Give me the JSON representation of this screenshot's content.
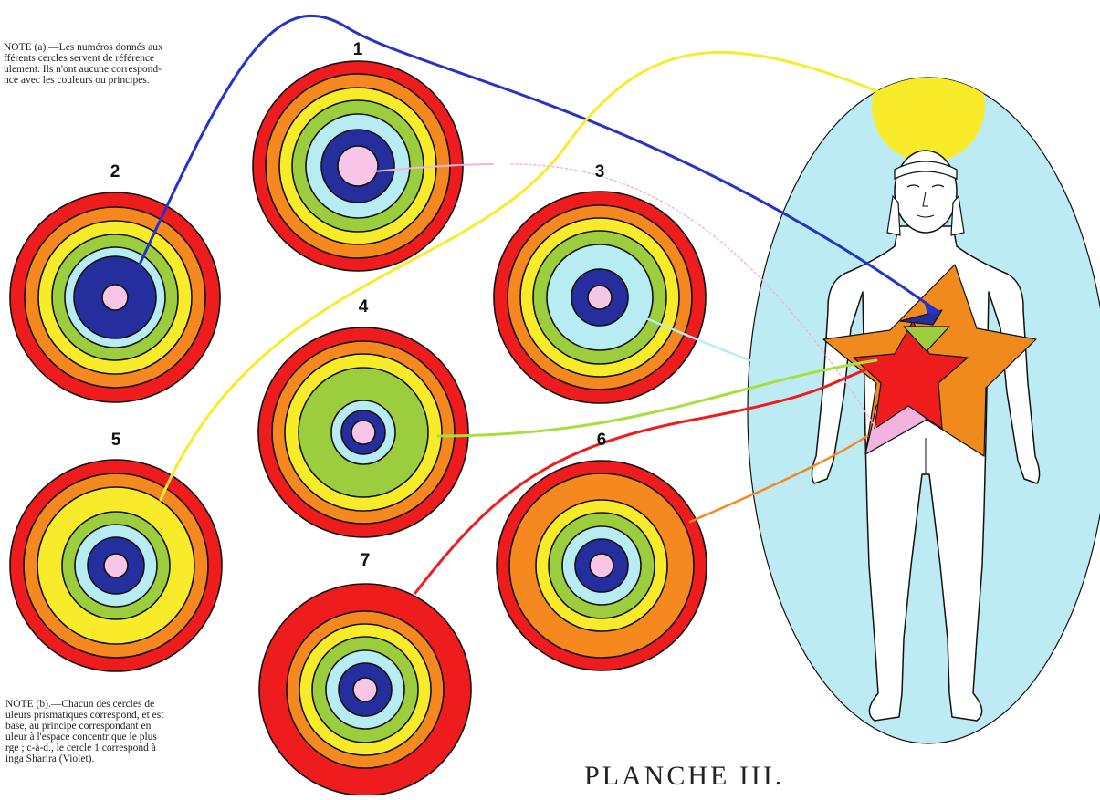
{
  "notes": {
    "a": "NOTE (a).—Les numéros donnés aux\nfférents cercles servent de référence\nulement. Ils n'ont aucune correspond-\nnce avec les couleurs ou principes.",
    "b": "NOTE (b).—Chacun des cercles de\nuleurs prismatiques correspond, et est\n base, au principe correspondant en\nuleur à l'espace concentrique le plus\nrge ; c-à-d., le cercle 1 correspond à\ninga Sharira (Violet)."
  },
  "plate_title": "PLANCHE III.",
  "circles": [
    {
      "number": "1",
      "rings": [
        "#ee1c1c",
        "#f5881f",
        "#f8ec2a",
        "#9ccd3c",
        "#b7ecf3",
        "#242e9c",
        "#f7c6e6"
      ]
    },
    {
      "number": "2",
      "rings": [
        "#ee1c1c",
        "#f5881f",
        "#f8ec2a",
        "#9ccd3c",
        "#b7ecf3",
        "#242e9c",
        "#f7c6e6"
      ]
    },
    {
      "number": "3",
      "rings": [
        "#ee1c1c",
        "#f5881f",
        "#f8ec2a",
        "#9ccd3c",
        "#b7ecf3",
        "#242e9c",
        "#f7c6e6"
      ]
    },
    {
      "number": "4",
      "rings": [
        "#ee1c1c",
        "#f5881f",
        "#f8ec2a",
        "#9ccd3c",
        "#b7ecf3",
        "#242e9c",
        "#f7c6e6"
      ]
    },
    {
      "number": "5",
      "rings": [
        "#ee1c1c",
        "#f5881f",
        "#f8ec2a",
        "#9ccd3c",
        "#b7ecf3",
        "#242e9c",
        "#f7c6e6"
      ]
    },
    {
      "number": "6",
      "rings": [
        "#ee1c1c",
        "#f5881f",
        "#f8ec2a",
        "#9ccd3c",
        "#b7ecf3",
        "#242e9c",
        "#f7c6e6"
      ]
    },
    {
      "number": "7",
      "rings": [
        "#ee1c1c",
        "#f5881f",
        "#f8ec2a",
        "#9ccd3c",
        "#b7ecf3",
        "#242e9c",
        "#f7c6e6"
      ]
    }
  ],
  "colors": {
    "aura": "#bdebf3",
    "head_halo": "#f8ec2a",
    "outline": "#111111",
    "star_outer": "#f08a1c",
    "star_inner": "#ee1c1c",
    "star_lower": "#f2b4df",
    "star_center": "#9ccd3c",
    "star_top": "#242e9c"
  }
}
